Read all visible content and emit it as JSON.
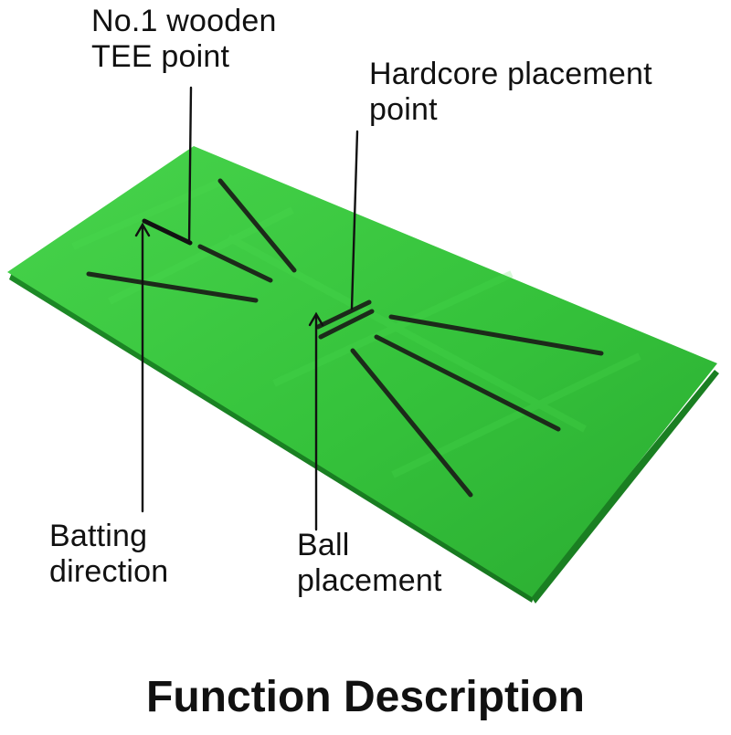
{
  "labels": {
    "tee_point": [
      "No.1 wooden",
      "TEE point"
    ],
    "hardcore_point": [
      "Hardcore placement",
      "point"
    ],
    "batting_direction": [
      "Batting",
      "direction"
    ],
    "ball_placement": [
      "Ball",
      "placement"
    ]
  },
  "title": "Function Description",
  "colors": {
    "mat_green": "#34c53a",
    "mat_side": "#1f8f28",
    "mat_line": "#1c2a1a",
    "text": "#111111"
  }
}
